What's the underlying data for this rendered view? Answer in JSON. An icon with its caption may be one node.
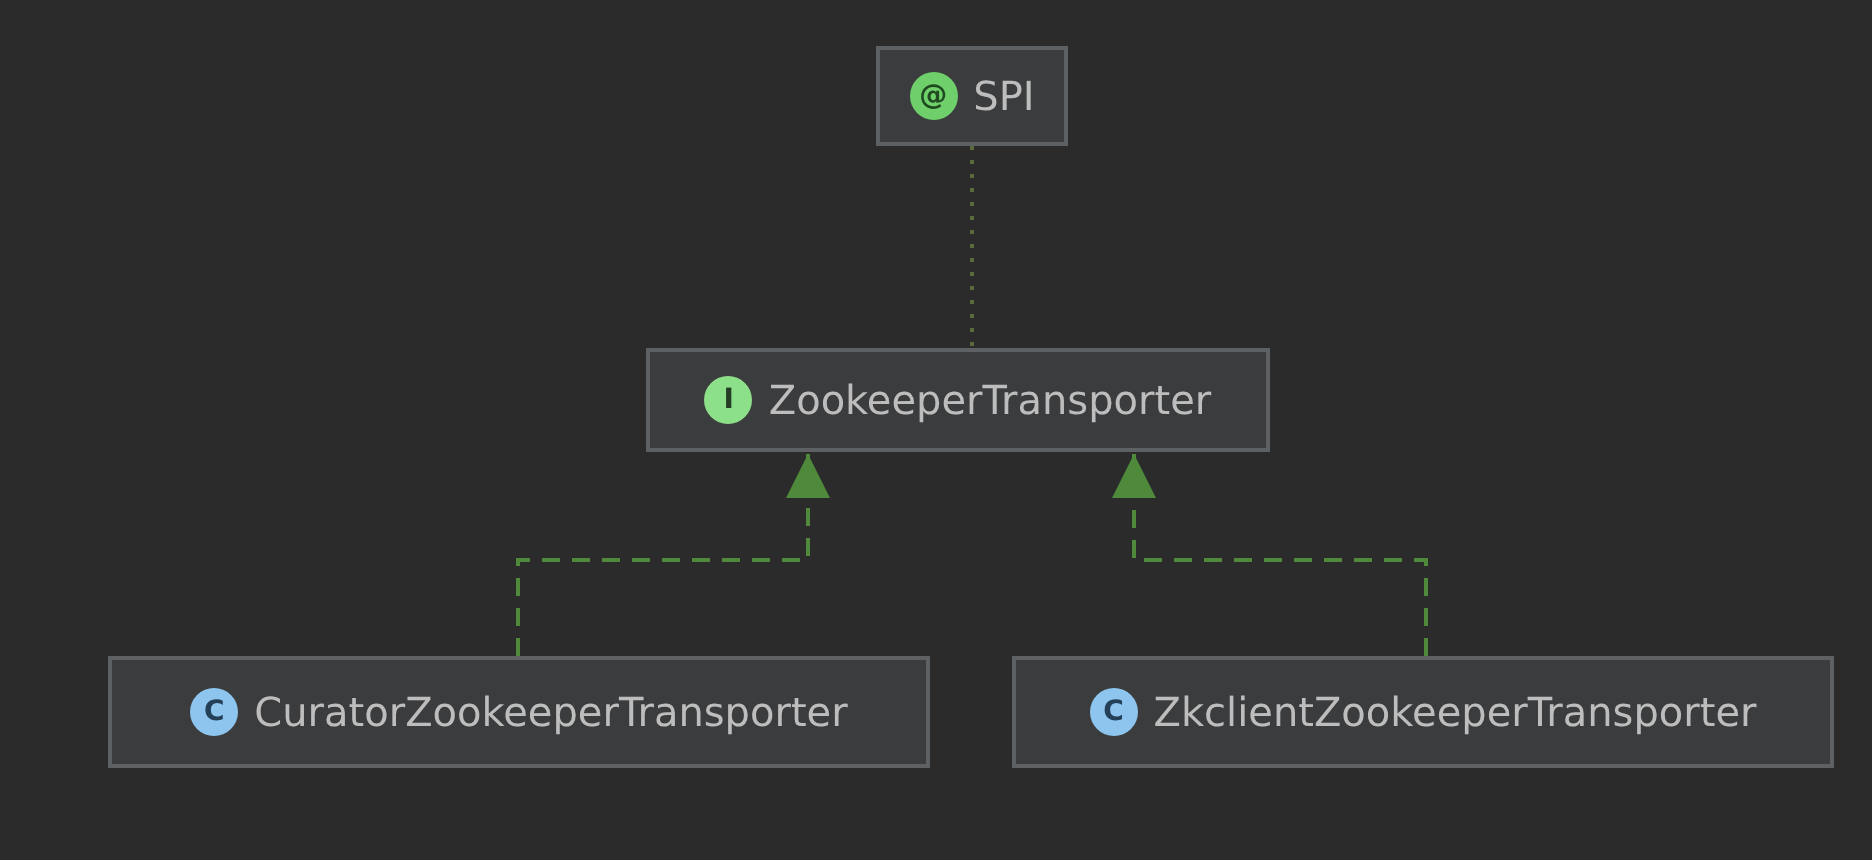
{
  "diagram": {
    "nodes": [
      {
        "text": [
          "@",
          "SPI"
        ]
      },
      {
        "text": [
          "I",
          "ZookeeperTransporter"
        ]
      },
      {
        "text": [
          "C",
          "CuratorZookeeperTransporter"
        ]
      },
      {
        "text": [
          "C",
          "ZkclientZookeeperTransporter"
        ]
      }
    ],
    "edges": [
      {
        "from": 0,
        "to": 1,
        "arrow": "none",
        "style": "dashed",
        "color": "#5c6b3c"
      },
      {
        "from": 2,
        "to": 1,
        "arrow": "to",
        "style": "dashed"
      },
      {
        "from": 3,
        "to": 1,
        "arrow": "to",
        "style": "dashed"
      }
    ]
  }
}
